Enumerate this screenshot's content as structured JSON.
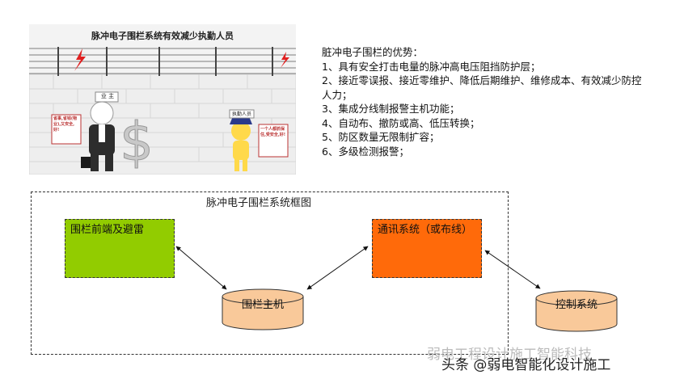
{
  "illustration": {
    "title": "脉冲电子围栏系统有效减少执勤人员",
    "owner_label": "业 主",
    "guard_label": "执勤人员",
    "owner_sign": "省事,省钱(物业),又安全,好!",
    "guard_sign": "一个人都抓保住,受安全,好!"
  },
  "advantages": {
    "title": "脏冲电子围栏的优势：",
    "items": [
      "1、具有安全打击电量的脉冲高电压阻挡防护层；",
      "2、接近零误报、接近零维护、降低后期维护、维修成本、有效减少防控人力；",
      "3、集成分线制报警主机功能；",
      "4、自动布、撤防或高、低压转换；",
      "5、防区数量无限制扩容；",
      "6、多级检测报警；"
    ]
  },
  "diagram": {
    "title": "脉冲电子围栏系统框图",
    "front": "围栏前端及避雷",
    "comm": "通讯系统（或布线）",
    "host": "围栏主机",
    "control": "控制系统"
  },
  "watermark": {
    "behind": "弱电工程设计施工智能科技",
    "front": "头条 @弱电智能化设计施工"
  },
  "colors": {
    "green": "#92cc00",
    "orange": "#ff6a0a",
    "drum": "#f9c99a"
  }
}
